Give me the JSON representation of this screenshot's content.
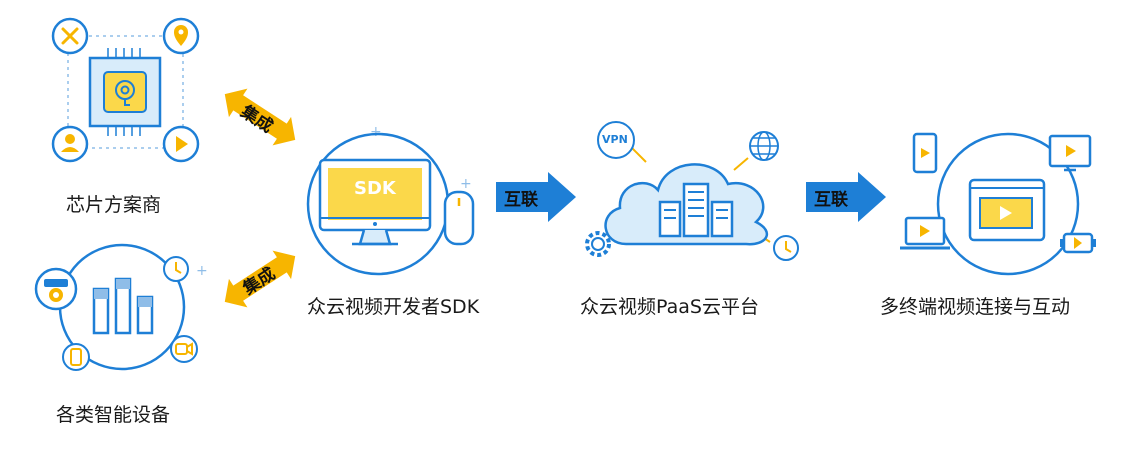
{
  "nodes": {
    "chip": {
      "label": "芯片方案商"
    },
    "devices": {
      "label": "各类智能设备"
    },
    "sdk": {
      "label": "众云视频开发者SDK",
      "screen_text": "SDK"
    },
    "paas": {
      "label": "众云视频PaaS云平台",
      "vpn_text": "VPN"
    },
    "terminals": {
      "label": "多终端视频连接与互动"
    }
  },
  "arrows": {
    "integrate_top": "集成",
    "integrate_bottom": "集成",
    "interconnect_1": "互联",
    "interconnect_2": "互联"
  },
  "colors": {
    "primary_blue": "#1e7fd6",
    "light_blue": "#d8ecfa",
    "accent_yellow": "#f7b500",
    "chip_fill": "#fbd84a"
  }
}
